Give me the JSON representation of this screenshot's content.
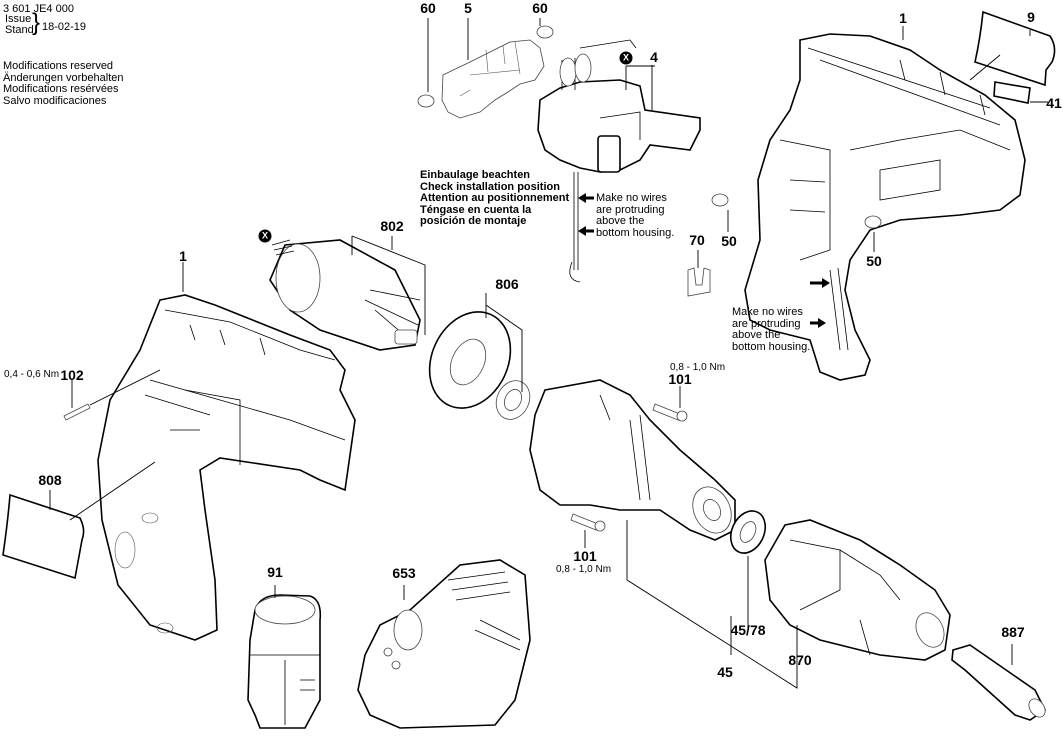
{
  "header": {
    "part_number": "3 601 JE4 000",
    "issue_label": "Issue",
    "stand_label": "Stand",
    "issue_date": "18-02-19",
    "modifications": [
      "Modifications reserved",
      "Änderungen vorbehalten",
      "Modifications resérvées",
      "Salvo modificaciones"
    ]
  },
  "install_note": [
    "Einbaulage beachten",
    "Check installation position",
    "Attention au positionnement",
    "Téngase en cuenta la",
    "posición de montaje"
  ],
  "wire_note_top": [
    "Make no wires",
    "are protruding",
    "above the",
    "bottom housing."
  ],
  "wire_note_right": [
    "Make no wires",
    "are protruding",
    "above the",
    "bottom housing."
  ],
  "marker_symbol": "X",
  "parts": [
    {
      "id": "60",
      "name": "pin-left"
    },
    {
      "id": "5",
      "name": "switch-holder"
    },
    {
      "id": "60",
      "name": "pin-right"
    },
    {
      "id": "4",
      "name": "switch-module"
    },
    {
      "id": "1",
      "name": "housing-right-half"
    },
    {
      "id": "9",
      "name": "label-top"
    },
    {
      "id": "41",
      "name": "nameplate"
    },
    {
      "id": "802",
      "name": "motor"
    },
    {
      "id": "806",
      "name": "motor-seal-set"
    },
    {
      "id": "70",
      "name": "clip"
    },
    {
      "id": "50",
      "name": "pin-housing-left"
    },
    {
      "id": "50",
      "name": "pin-housing-right"
    },
    {
      "id": "1",
      "name": "housing-left-half"
    },
    {
      "id": "102",
      "name": "screw-housing",
      "torque": "0,4 - 0,6 Nm"
    },
    {
      "id": "101",
      "name": "screw-gearbox-top",
      "torque": "0,8 - 1,0 Nm"
    },
    {
      "id": "101",
      "name": "screw-gearbox-bottom",
      "torque": "0,8 - 1,0 Nm"
    },
    {
      "id": "808",
      "name": "side-label"
    },
    {
      "id": "91",
      "name": "battery-pack"
    },
    {
      "id": "653",
      "name": "charger"
    },
    {
      "id": "45/78",
      "name": "washer"
    },
    {
      "id": "45",
      "name": "gearbox-assembly"
    },
    {
      "id": "870",
      "name": "chuck-sleeve"
    },
    {
      "id": "887",
      "name": "nut-setter-bit"
    }
  ]
}
